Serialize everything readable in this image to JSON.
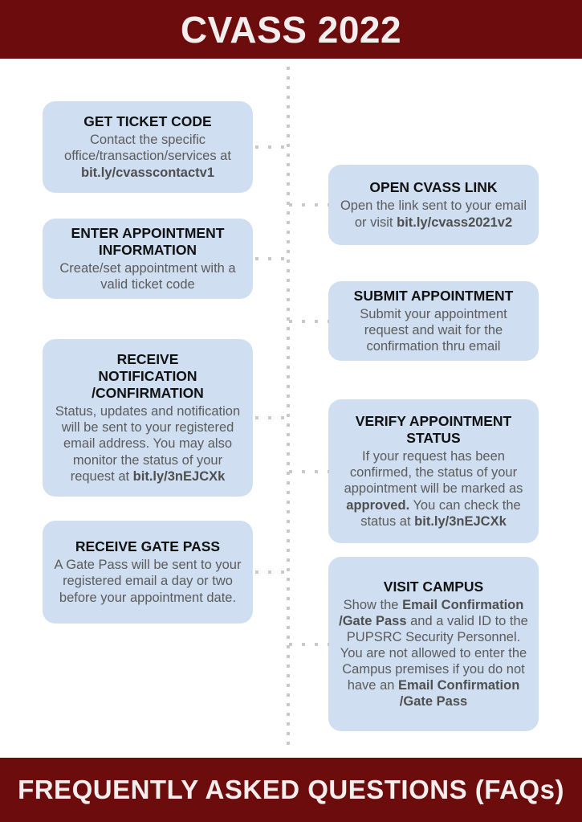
{
  "header": {
    "title": "CVASS 2022",
    "background_color": "#6d0c0c",
    "text_color": "#f2eeee"
  },
  "footer": {
    "title": "FREQUENTLY ASKED QUESTIONS (FAQs)",
    "background_color": "#6d0c0c",
    "text_color": "#f2eeee"
  },
  "flow": {
    "card_color": "#cfdff1",
    "connector_color": "#c9c9c9",
    "title_color": "#111111",
    "body_color": "#5b5b5b",
    "steps": [
      {
        "column": "left",
        "title": "GET TICKET CODE",
        "body_html": "Contact the specific office/transaction/services at <b>bit.ly/cvasscontactv1</b>",
        "body_text": "Contact the specific office/transaction/services at bit.ly/cvasscontactv1",
        "link": "bit.ly/cvasscontactv1"
      },
      {
        "column": "right",
        "title": "OPEN CVASS LINK",
        "body_html": "Open the link sent to your email or visit <b>bit.ly/cvass2021v2</b>",
        "body_text": "Open the link sent to your email or visit bit.ly/cvass2021v2",
        "link": "bit.ly/cvass2021v2"
      },
      {
        "column": "left",
        "title": "ENTER APPOINTMENT\nINFORMATION",
        "body_html": "Create/set appointment with a valid ticket code",
        "body_text": "Create/set appointment with a valid ticket code",
        "link": ""
      },
      {
        "column": "right",
        "title": "SUBMIT APPOINTMENT",
        "body_html": "Submit your appointment request and wait for the confirmation thru email",
        "body_text": "Submit your appointment request and wait for the confirmation thru email",
        "link": ""
      },
      {
        "column": "left",
        "title": "RECEIVE\nNOTIFICATION\n/CONFIRMATION",
        "body_html": "Status, updates and notification will be sent to your registered email address. You may also monitor the status of your request at <b>bit.ly/3nEJCXk</b>",
        "body_text": "Status, updates and notification will be sent to your registered email address. You may also monitor the status of your request at bit.ly/3nEJCXk",
        "link": "bit.ly/3nEJCXk"
      },
      {
        "column": "right",
        "title": "VERIFY APPOINTMENT\nSTATUS",
        "body_html": "If your request has been confirmed, the status of your appointment will be marked as <b>approved.</b> You can check the status at <b>bit.ly/3nEJCXk</b>",
        "body_text": "If your request has been confirmed, the status of your appointment will be marked as approved. You can check the status at bit.ly/3nEJCXk",
        "link": "bit.ly/3nEJCXk"
      },
      {
        "column": "left",
        "title": "RECEIVE GATE PASS",
        "body_html": "A Gate Pass will be sent to your registered email a day or two before your appointment date.",
        "body_text": "A Gate Pass will be sent to your registered email a day or two before your appointment date.",
        "link": ""
      },
      {
        "column": "right",
        "title": "VISIT CAMPUS",
        "body_html": "Show the <b>Email Confirmation /Gate Pass</b> and a valid ID to the PUPSRC Security Personnel. You are not allowed to enter the Campus premises if you do not have an <b>Email Confirmation /Gate Pass</b>",
        "body_text": "Show the Email Confirmation /Gate Pass and a valid ID to the PUPSRC Security Personnel. You are not allowed to enter the Campus premises if you do not have an Email Confirmation /Gate Pass",
        "link": ""
      }
    ]
  }
}
